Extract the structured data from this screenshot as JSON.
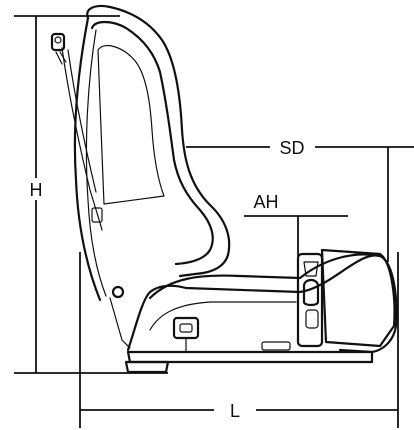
{
  "labels": {
    "height": "H",
    "seat_depth": "SD",
    "armrest_height": "AH",
    "length": "L"
  }
}
